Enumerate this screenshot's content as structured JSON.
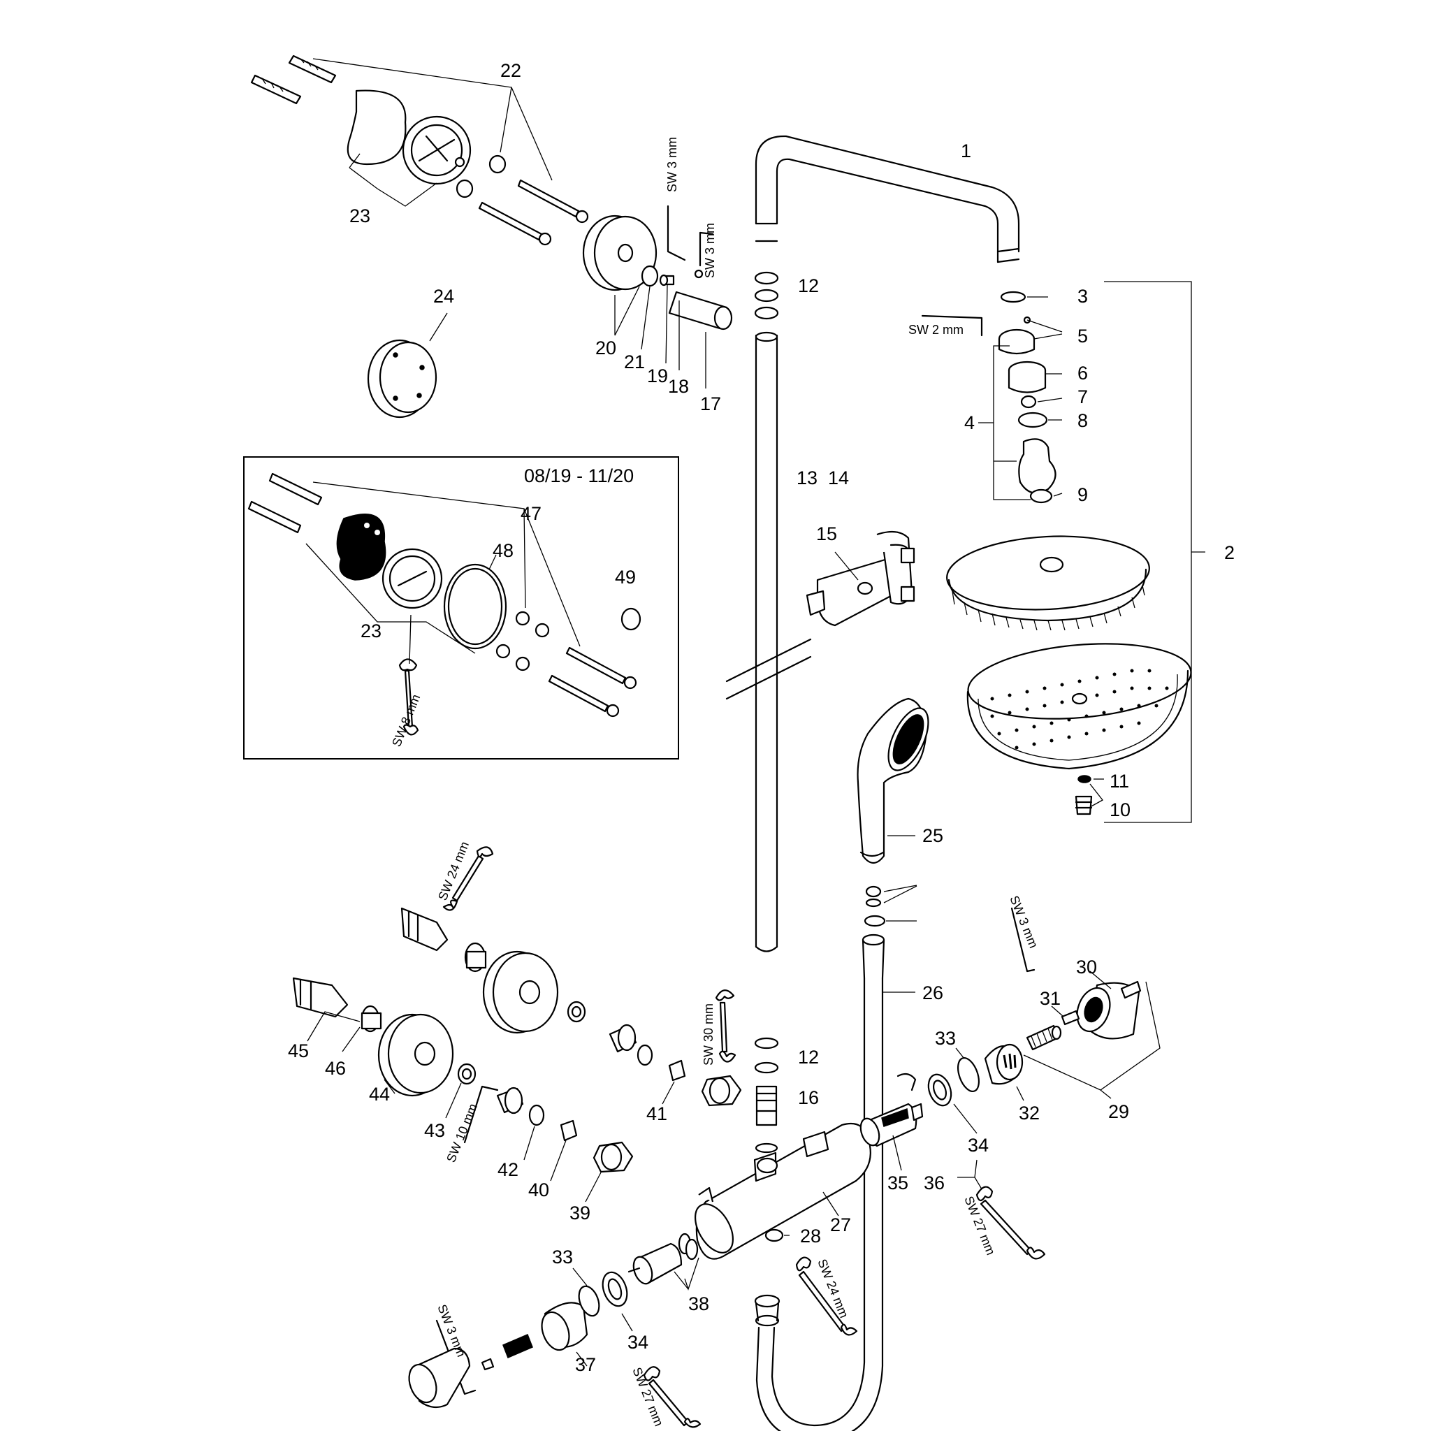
{
  "diagram": {
    "title": "Exploded parts diagram – shower system",
    "inset_date_range": "08/19 - 11/20",
    "part_labels": [
      "1",
      "2",
      "3",
      "4",
      "5",
      "6",
      "7",
      "8",
      "9",
      "10",
      "11",
      "12",
      "13",
      "14",
      "15",
      "16",
      "17",
      "18",
      "19",
      "20",
      "21",
      "22",
      "23",
      "24",
      "25",
      "26",
      "27",
      "28",
      "29",
      "30",
      "31",
      "32",
      "33",
      "34",
      "35",
      "36",
      "37",
      "38",
      "39",
      "40",
      "41",
      "42",
      "43",
      "44",
      "45",
      "46",
      "47",
      "48",
      "49"
    ],
    "label_13_14": "13  14",
    "tool_sizes": {
      "sw2": "SW 2 mm",
      "sw3": "SW 3 mm",
      "sw8": "SW 8 mm",
      "sw10": "SW 10 mm",
      "sw24": "SW 24 mm",
      "sw27": "SW 27 mm",
      "sw30": "SW 30 mm"
    }
  }
}
